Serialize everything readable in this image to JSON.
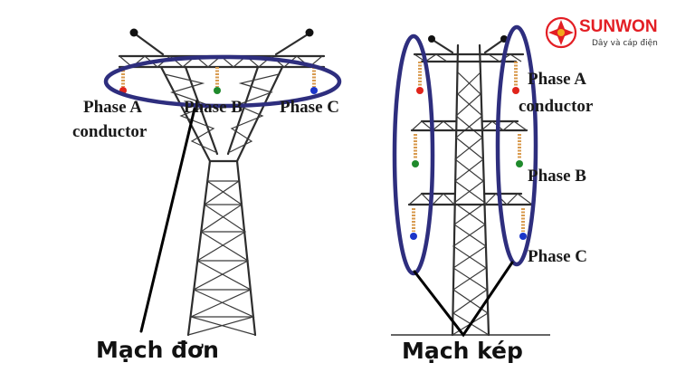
{
  "brand": {
    "name": "SUNWON",
    "tagline": "Dây và cáp điện",
    "color": "#e31e24"
  },
  "single_circuit": {
    "caption": "Mạch đơn",
    "phase_a": "Phase A",
    "phase_a_sub": "conductor",
    "phase_b": "Phase B",
    "phase_c": "Phase C"
  },
  "double_circuit": {
    "caption": "Mạch kép",
    "phase_a": "Phase A",
    "phase_a_sub": "conductor",
    "phase_b": "Phase B",
    "phase_c": "Phase C"
  },
  "colors": {
    "phase_a": "#e0241b",
    "phase_b": "#1f8a2c",
    "phase_c": "#1b35c9",
    "insulator": "#d89a4e",
    "oval": "#2e2e7e"
  }
}
